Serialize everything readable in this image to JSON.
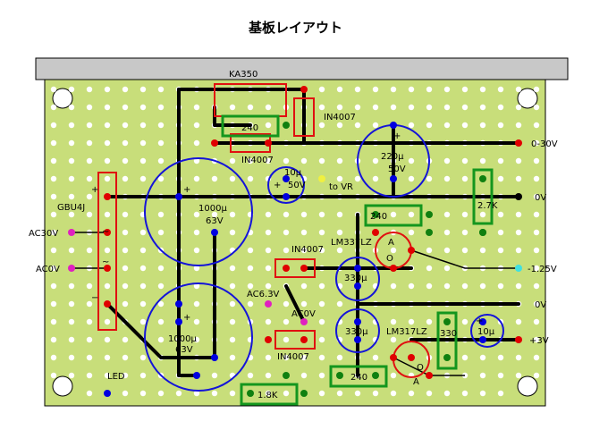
{
  "title": "基板レイアウト",
  "labels": {
    "ka350": "KA350",
    "in4007_top": "IN4007",
    "r240_top": "240",
    "in4007_mid": "IN4007",
    "v_0_30": "0-30V",
    "c220": "220μ",
    "c220_v": "50V",
    "c10_top": "10μ",
    "c10_top_v": "50V",
    "to_vr": "to VR",
    "v_0_a": "0V",
    "gbu4j": "GBU4J",
    "c1000_top": "1000μ",
    "c1000_top_v": "63V",
    "r27k": "2.7K",
    "r240_mid": "240",
    "ac30v": "AC30V",
    "lm337": "LM337LZ",
    "ac0v_left": "AC0V",
    "in4007_low": "IN4007",
    "v_m125": "-1.25V",
    "c330_a": "330μ",
    "ac63v": "AC6.3V",
    "v_0_b": "0V",
    "ac0v_mid": "AC0V",
    "c1000_bot": "1000μ",
    "c1000_bot_v": "63V",
    "c330_b": "330μ",
    "lm317": "LM317LZ",
    "r330": "330",
    "c10_bot": "10μ",
    "v_p3": "+3V",
    "in4007_bot": "IN4007",
    "led": "LED",
    "r240_bot": "240",
    "r18k": "1.8K",
    "plus1": "+",
    "plus2": "+",
    "plus3": "+",
    "plus4": "+",
    "plus5": "+",
    "plus6": "+",
    "tilde1": "~",
    "tilde2": "~",
    "minus1": "−",
    "o1": "O",
    "a1": "A",
    "o2": "O",
    "a2": "A"
  },
  "colors": {
    "board": "#c8de7a",
    "hole": "#ffffff",
    "trace": "#000000",
    "resistor": "#14961e",
    "diode": "#e01010",
    "capacitor": "#1414d8",
    "regulator": "#e01010",
    "header": "#c8c8c8",
    "red_pad": "#e00000",
    "blue_pad": "#0000e0",
    "magenta_pad": "#e020c0",
    "green_pad": "#108010",
    "cyan_pad": "#40e0e0"
  }
}
